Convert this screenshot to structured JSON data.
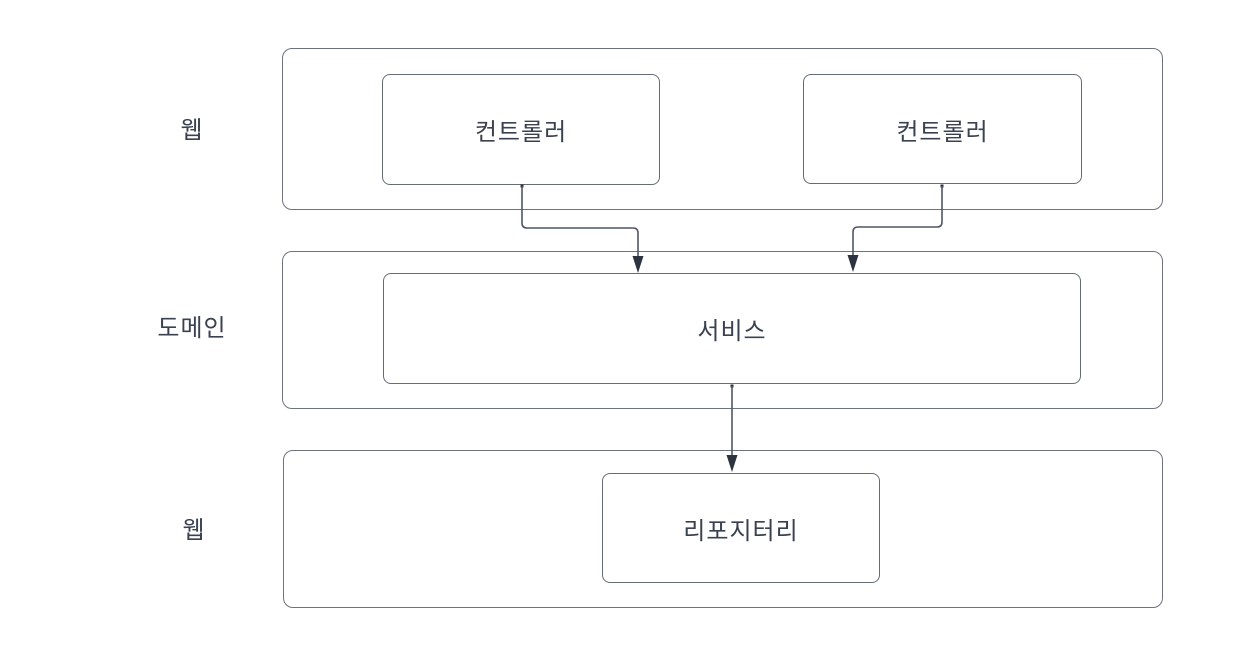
{
  "layers": {
    "web_top": {
      "label": "웹"
    },
    "domain": {
      "label": "도메인"
    },
    "web_bottom": {
      "label": "웹"
    }
  },
  "nodes": {
    "controller_left": {
      "label": "컨트롤러"
    },
    "controller_right": {
      "label": "컨트롤러"
    },
    "service": {
      "label": "서비스"
    },
    "repository": {
      "label": "리포지터리"
    }
  },
  "edges": [
    {
      "from": "controller_left",
      "to": "service"
    },
    {
      "from": "controller_right",
      "to": "service"
    },
    {
      "from": "service",
      "to": "repository"
    }
  ],
  "colors": {
    "background": "#ffffff",
    "container_border": "#6e737d",
    "node_border": "#666c76",
    "text": "#3a4150",
    "arrow_line": "#4f5665",
    "arrow_head": "#2d3440"
  }
}
